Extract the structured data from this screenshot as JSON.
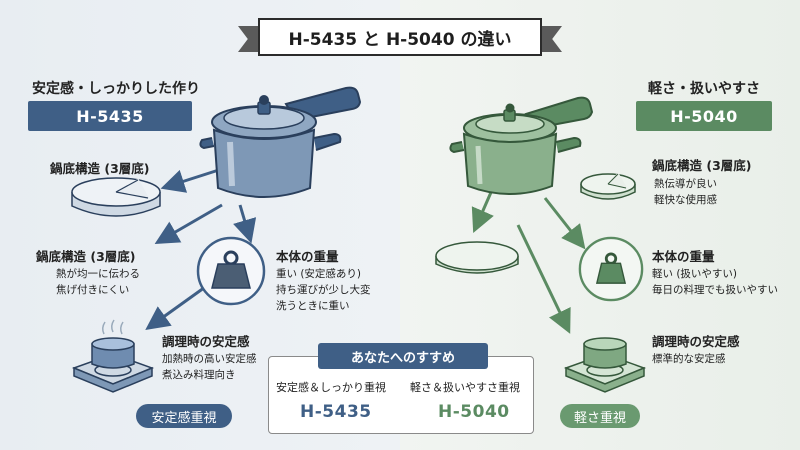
{
  "title": "H-5435 と H-5040 の違い",
  "left": {
    "caption": "安定感・しっかりした作り",
    "model": "H-5435",
    "bottom_construction": {
      "heading": "鍋底構造 (3層底)"
    },
    "heat": {
      "heading": "鍋底構造 (3層底)",
      "lines": [
        "熱が均一に伝わる",
        "焦げ付きにくい"
      ]
    },
    "weight": {
      "heading": "本体の重量",
      "lines": [
        "重い (安定感あり)",
        "持ち運びが少し大変",
        "洗うときに重い"
      ]
    },
    "stability": {
      "heading": "調理時の安定感",
      "lines": [
        "加熱時の高い安定感",
        "煮込み料理向き"
      ]
    },
    "tag": "安定感重視"
  },
  "right": {
    "caption": "軽さ・扱いやすさ",
    "model": "H-5040",
    "bottom_construction": {
      "heading": "鍋底構造 (3層底)",
      "lines": [
        "熱伝導が良い",
        "軽快な使用感"
      ]
    },
    "weight": {
      "heading": "本体の重量",
      "lines": [
        "軽い (扱いやすい)",
        "毎日の料理でも扱いやすい"
      ]
    },
    "stability": {
      "heading": "調理時の安定感",
      "lines": [
        "標準的な安定感"
      ]
    },
    "tag": "軽さ重視"
  },
  "recommendation": {
    "heading": "あなたへのすすめ",
    "left_label": "安定感＆しっかり重視",
    "right_label": "軽さ＆扱いやすさ重視",
    "left_model": "H-5435",
    "right_model": "H-5040"
  },
  "colors": {
    "blue": "#3f5f86",
    "green": "#5b8b62"
  },
  "icons": [
    "pressure-cooker-icon",
    "disc-icon",
    "weight-icon",
    "stove-icon",
    "arrow-icon"
  ]
}
